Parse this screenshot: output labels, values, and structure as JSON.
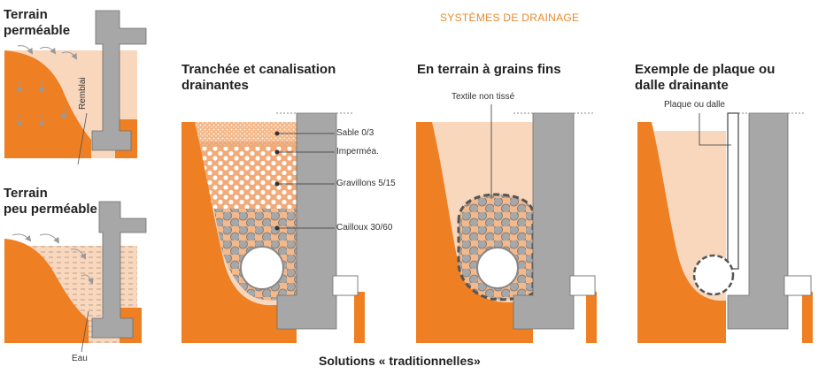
{
  "title": "SYSTÈMES DE DRAINAGE",
  "footer": "Solutions « traditionnelles»",
  "panels": {
    "permeable": {
      "title_line1": "Terrain",
      "title_line2": "perméable",
      "label_remblai": "Remblai"
    },
    "low_permeable": {
      "title_line1": "Terrain",
      "title_line2": "peu perméable",
      "label_eau": "Eau"
    },
    "trench": {
      "title_line1": "Tranchée et canalisation",
      "title_line2": "drainantes",
      "layers": [
        "Sable 0/3",
        "Imperméa.",
        "Gravillons 5/15",
        "Cailloux 30/60"
      ]
    },
    "fine": {
      "title": "En terrain à grains fins",
      "label_textile": "Textile non tissé"
    },
    "plate": {
      "title_line1": "Exemple de plaque ou",
      "title_line2": "dalle drainante",
      "label_plate": "Plaque ou dalle"
    }
  },
  "colors": {
    "soil": "#ee7f22",
    "backfill": "#f9d7bd",
    "concrete": "#a7a7a7",
    "accent": "#e8892f"
  }
}
